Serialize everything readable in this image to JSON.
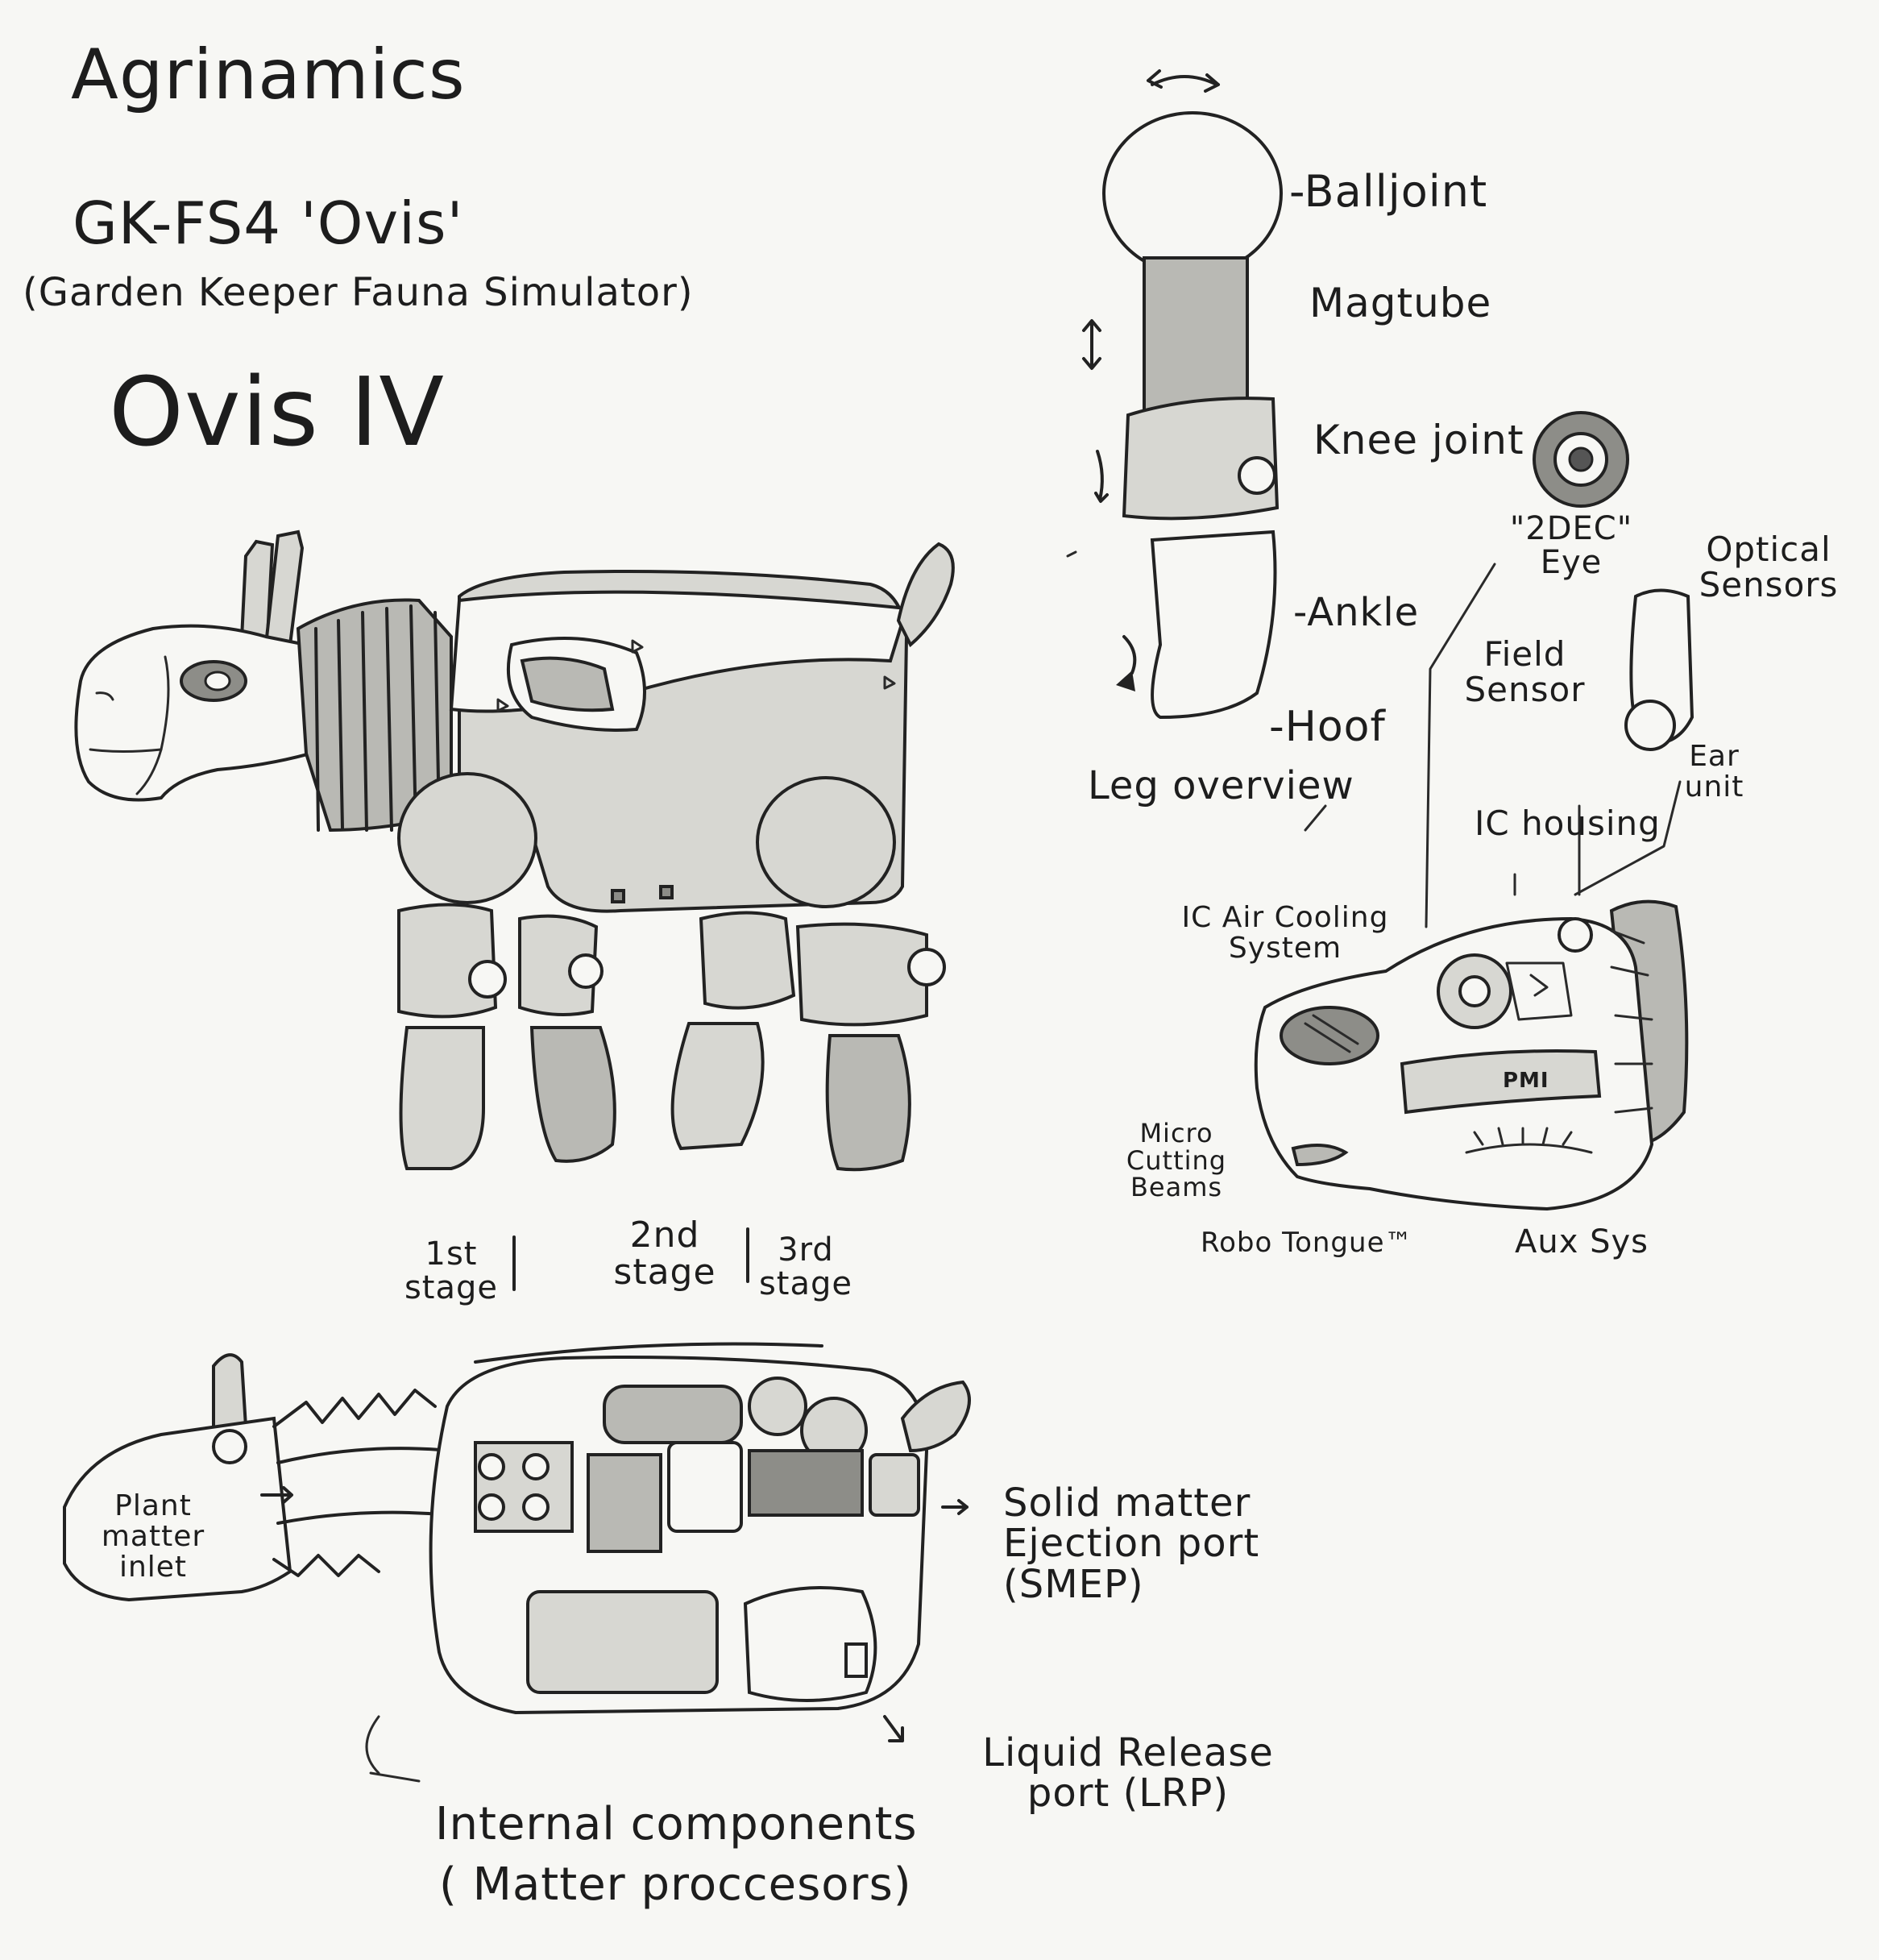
{
  "header": {
    "brand": "Agrinamics",
    "model": "GK-FS4 'Ovis'",
    "model_full": "(Garden Keeper Fauna Simulator)",
    "variant": "Ovis IV"
  },
  "stages": {
    "first": "1st stage",
    "second": "2nd stage",
    "third": "3rd stage"
  },
  "leg": {
    "balljoint": "-Balljoint",
    "magtube": "Magtube",
    "knee_joint": "Knee joint",
    "ankle": "-Ankle",
    "hoof": "-Hoof",
    "caption": "Leg overview"
  },
  "head": {
    "eye": "\"2DEC\" Eye",
    "optical_sensors": "Optical Sensors",
    "field_sensor": "Field Sensor",
    "ear_unit": "Ear unit",
    "ic_housing": "IC housing",
    "ic_air_cooling": "IC Air Cooling System",
    "pmi": "PMI",
    "micro_cutting_beams": "Micro Cutting Beams",
    "robo_tongue": "Robo Tongue™",
    "aux_sys": "Aux Sys"
  },
  "internals": {
    "plant_matter_inlet": "Plant matter inlet",
    "smep": "Solid matter Ejection port (SMEP)",
    "lrp": "Liquid Release port (LRP)",
    "caption_line1": "Internal components",
    "caption_line2": "( Matter proccesors)"
  },
  "icons": [
    "robot-sheep-drawing",
    "leg-diagram",
    "head-cutaway-drawing",
    "internal-components-drawing",
    "eye-icon"
  ],
  "colors": {
    "paper": "#f7f7f4",
    "ink": "#222222",
    "shade": "#b9b9b4"
  }
}
